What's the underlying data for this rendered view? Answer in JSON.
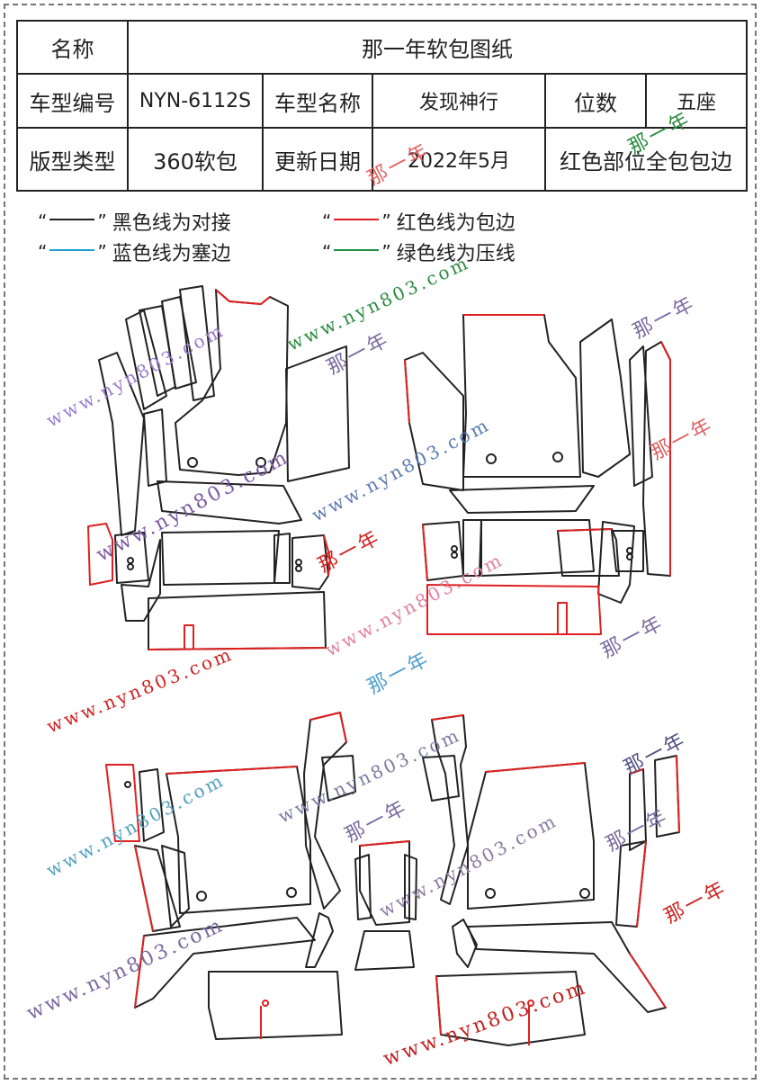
{
  "header": {
    "name_label": "名称",
    "name_value": "那一年软包图纸",
    "model_code_label": "车型编号",
    "model_code_value": "NYN-6112S",
    "model_name_label": "车型名称",
    "model_name_value": "发现神行",
    "seats_label": "位数",
    "seats_value": "五座",
    "type_label": "版型类型",
    "type_value": "360软包",
    "date_label": "更新日期",
    "date_value": "2022年5月",
    "note_value": "红色部位全包包边"
  },
  "legend": {
    "open_quote": "“",
    "close_quote": "”",
    "black": {
      "text": "黑色线为对接",
      "color": "#222222"
    },
    "red": {
      "text": "红色线为包边",
      "color": "#e02020"
    },
    "blue": {
      "text": "蓝色线为塞边",
      "color": "#1a9ed8"
    },
    "green": {
      "text": "绿色线为压线",
      "color": "#1a9040"
    }
  },
  "watermark": {
    "url": "www.nyn803.com",
    "brand": "那一年"
  }
}
